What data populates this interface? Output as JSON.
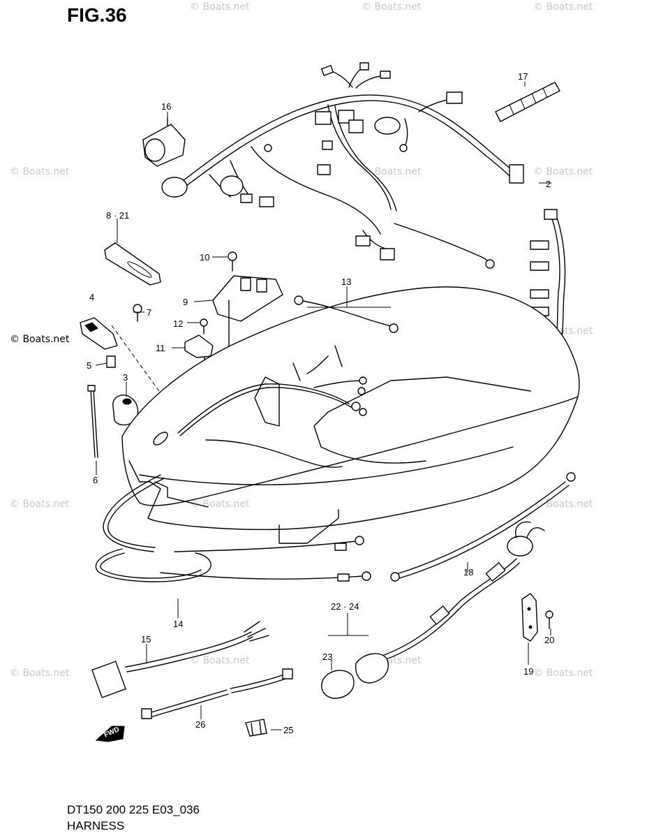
{
  "figure": {
    "title": "FIG.36",
    "model": "DT150 200 225 E03_036",
    "name": "HARNESS"
  },
  "watermark": "© Boats.net",
  "callouts": [
    {
      "id": "c2",
      "text": "2"
    },
    {
      "id": "c3",
      "text": "3"
    },
    {
      "id": "c4",
      "text": "4"
    },
    {
      "id": "c5",
      "text": "5"
    },
    {
      "id": "c6",
      "text": "6"
    },
    {
      "id": "c7",
      "text": "7"
    },
    {
      "id": "c8",
      "text": "8 · 21"
    },
    {
      "id": "c9",
      "text": "9"
    },
    {
      "id": "c10",
      "text": "10"
    },
    {
      "id": "c11",
      "text": "11"
    },
    {
      "id": "c12",
      "text": "12"
    },
    {
      "id": "c13",
      "text": "13"
    },
    {
      "id": "c14",
      "text": "14"
    },
    {
      "id": "c15",
      "text": "15"
    },
    {
      "id": "c16",
      "text": "16"
    },
    {
      "id": "c17",
      "text": "17"
    },
    {
      "id": "c18",
      "text": "18"
    },
    {
      "id": "c19",
      "text": "19"
    },
    {
      "id": "c20",
      "text": "20"
    },
    {
      "id": "c22",
      "text": "22 · 24"
    },
    {
      "id": "c23",
      "text": "23"
    },
    {
      "id": "c25",
      "text": "25"
    },
    {
      "id": "c26",
      "text": "26"
    }
  ],
  "fwd_marker": "FWD"
}
